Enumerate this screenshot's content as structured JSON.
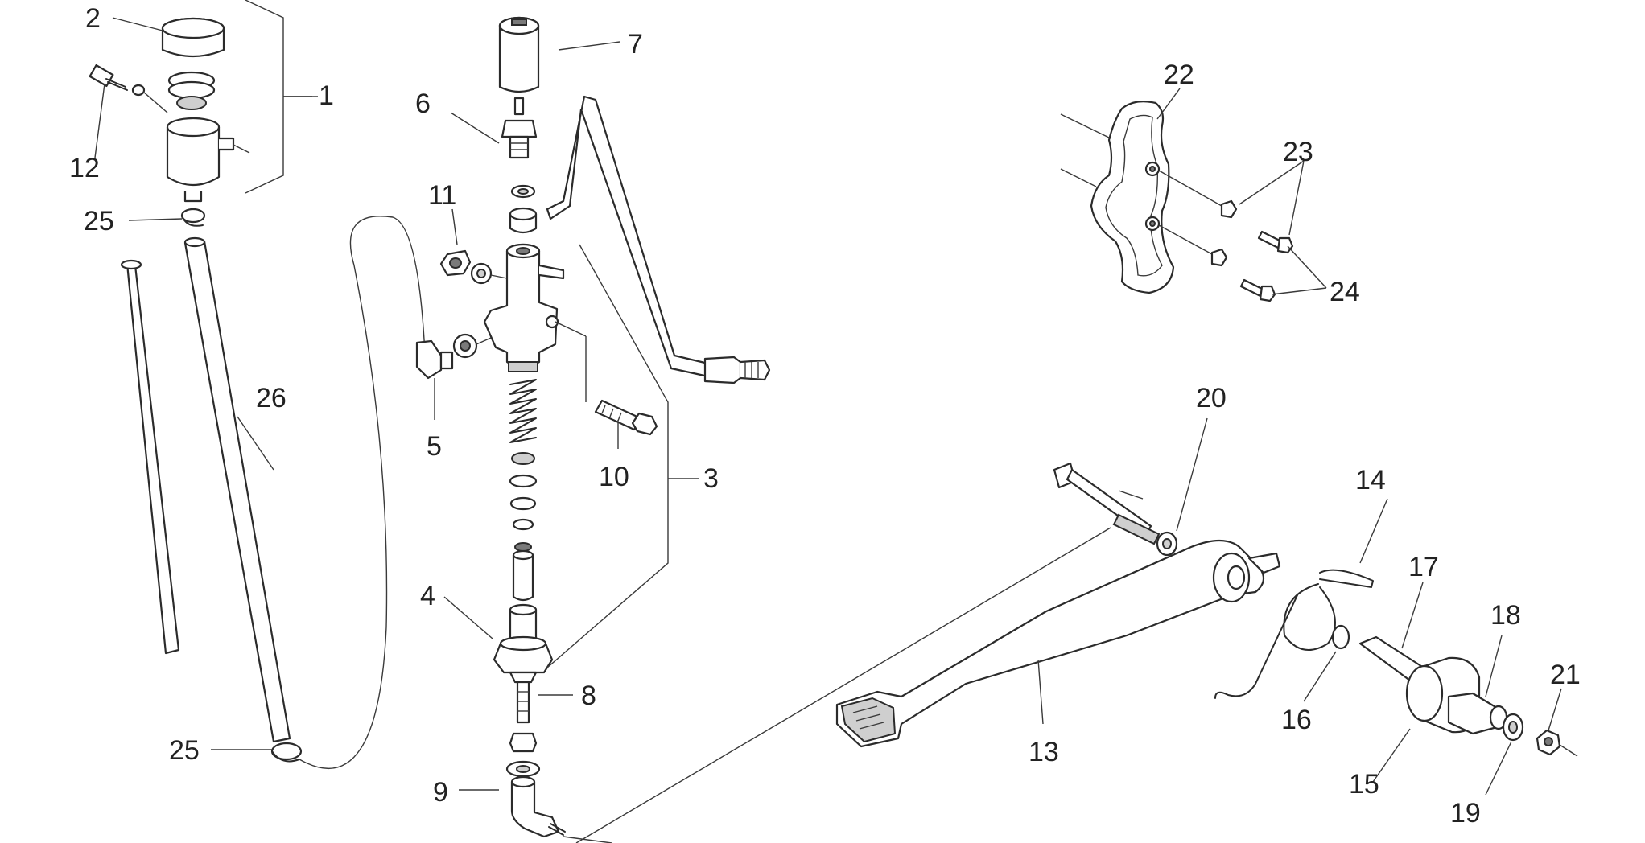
{
  "callouts": [
    {
      "id": "1",
      "label": "1"
    },
    {
      "id": "2",
      "label": "2"
    },
    {
      "id": "3",
      "label": "3"
    },
    {
      "id": "4",
      "label": "4"
    },
    {
      "id": "5",
      "label": "5"
    },
    {
      "id": "6",
      "label": "6"
    },
    {
      "id": "7",
      "label": "7"
    },
    {
      "id": "8",
      "label": "8"
    },
    {
      "id": "9",
      "label": "9"
    },
    {
      "id": "10",
      "label": "10"
    },
    {
      "id": "11",
      "label": "11"
    },
    {
      "id": "12",
      "label": "12"
    },
    {
      "id": "13",
      "label": "13"
    },
    {
      "id": "14",
      "label": "14"
    },
    {
      "id": "15",
      "label": "15"
    },
    {
      "id": "16",
      "label": "16"
    },
    {
      "id": "17",
      "label": "17"
    },
    {
      "id": "18",
      "label": "18"
    },
    {
      "id": "19",
      "label": "19"
    },
    {
      "id": "20",
      "label": "20"
    },
    {
      "id": "21",
      "label": "21"
    },
    {
      "id": "22",
      "label": "22"
    },
    {
      "id": "23",
      "label": "23"
    },
    {
      "id": "24",
      "label": "24"
    },
    {
      "id": "25a",
      "label": "25"
    },
    {
      "id": "25b",
      "label": "25"
    },
    {
      "id": "26",
      "label": "26"
    }
  ]
}
